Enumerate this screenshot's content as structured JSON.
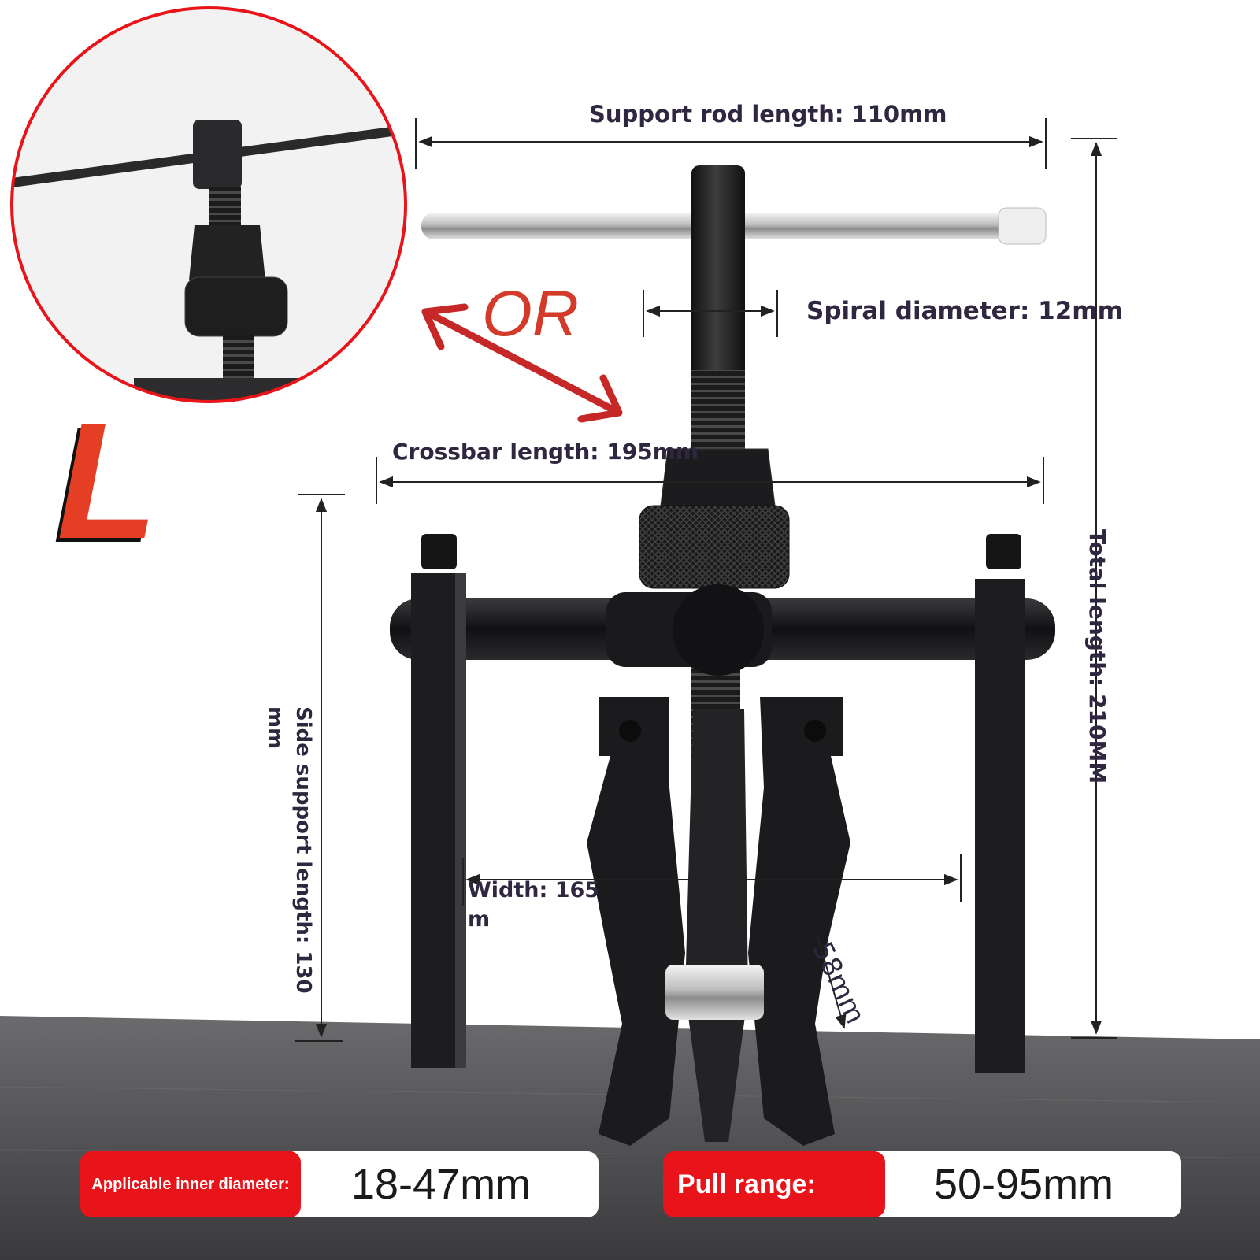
{
  "colors": {
    "accent_red": "#e8141a",
    "label_text": "#2f2640",
    "tool_black": "#1c1c1e",
    "table_gray": "#5a5a5c",
    "badge_value_bg": "#ffffff"
  },
  "annotations": {
    "support_rod": "Support rod length: 110mm",
    "spiral_diameter": "Spiral diameter: 12mm",
    "crossbar": "Crossbar length: 195mm",
    "total_length": "Total length: 210MM",
    "side_support_line1": "Side support length: 130",
    "side_support_line2": "mm",
    "width_line1": "Width: 165",
    "width_line2": "m",
    "jaw": "58mm"
  },
  "inset": {
    "or_text": "OR",
    "size_letter": "L"
  },
  "badges": {
    "inner_diameter_label": "Applicable inner diameter:",
    "inner_diameter_value": "18-47mm",
    "pull_range_label": "Pull range:",
    "pull_range_value": "50-95mm"
  }
}
